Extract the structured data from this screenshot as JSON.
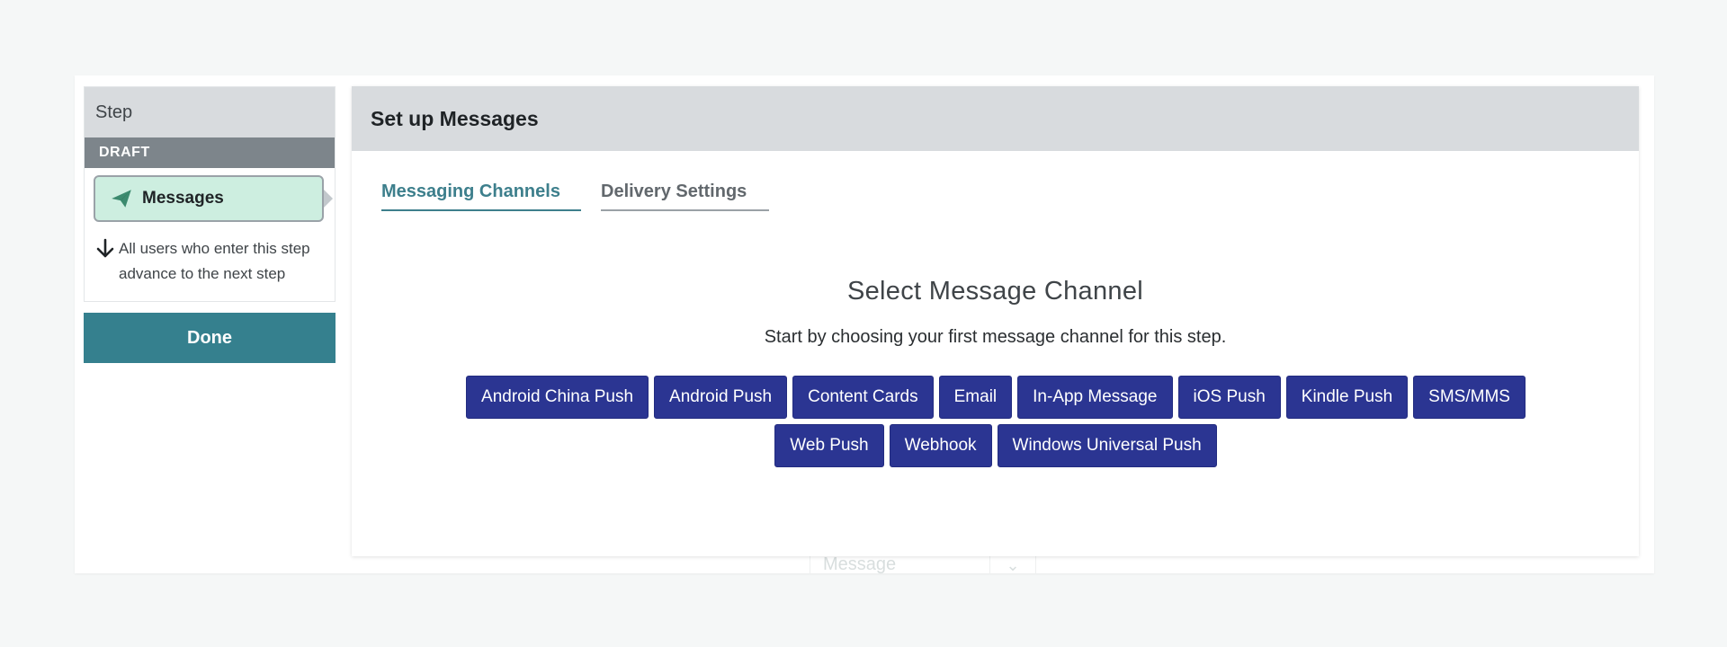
{
  "step_panel": {
    "header": "Step",
    "status": "DRAFT",
    "node_label": "Messages",
    "description": "All users who enter this step advance to the next step",
    "done_label": "Done"
  },
  "background": {
    "message_placeholder": "Message"
  },
  "modal": {
    "title": "Set up Messages",
    "tabs": [
      {
        "label": "Messaging Channels",
        "active": true
      },
      {
        "label": "Delivery Settings",
        "active": false
      }
    ],
    "section_title": "Select Message Channel",
    "section_subtitle": "Start by choosing your first message channel for this step.",
    "channels": [
      "Android China Push",
      "Android Push",
      "Content Cards",
      "Email",
      "In-App Message",
      "iOS Push",
      "Kindle Push",
      "SMS/MMS",
      "Web Push",
      "Webhook",
      "Windows Universal Push"
    ]
  },
  "colors": {
    "accent": "#35808e",
    "channel_button": "#2b3592",
    "node_fill": "#cdeee0",
    "plane_icon": "#3b8a6e"
  },
  "icons": {
    "node_icon": "paper-plane-icon",
    "description_icon": "arrow-down-icon"
  }
}
